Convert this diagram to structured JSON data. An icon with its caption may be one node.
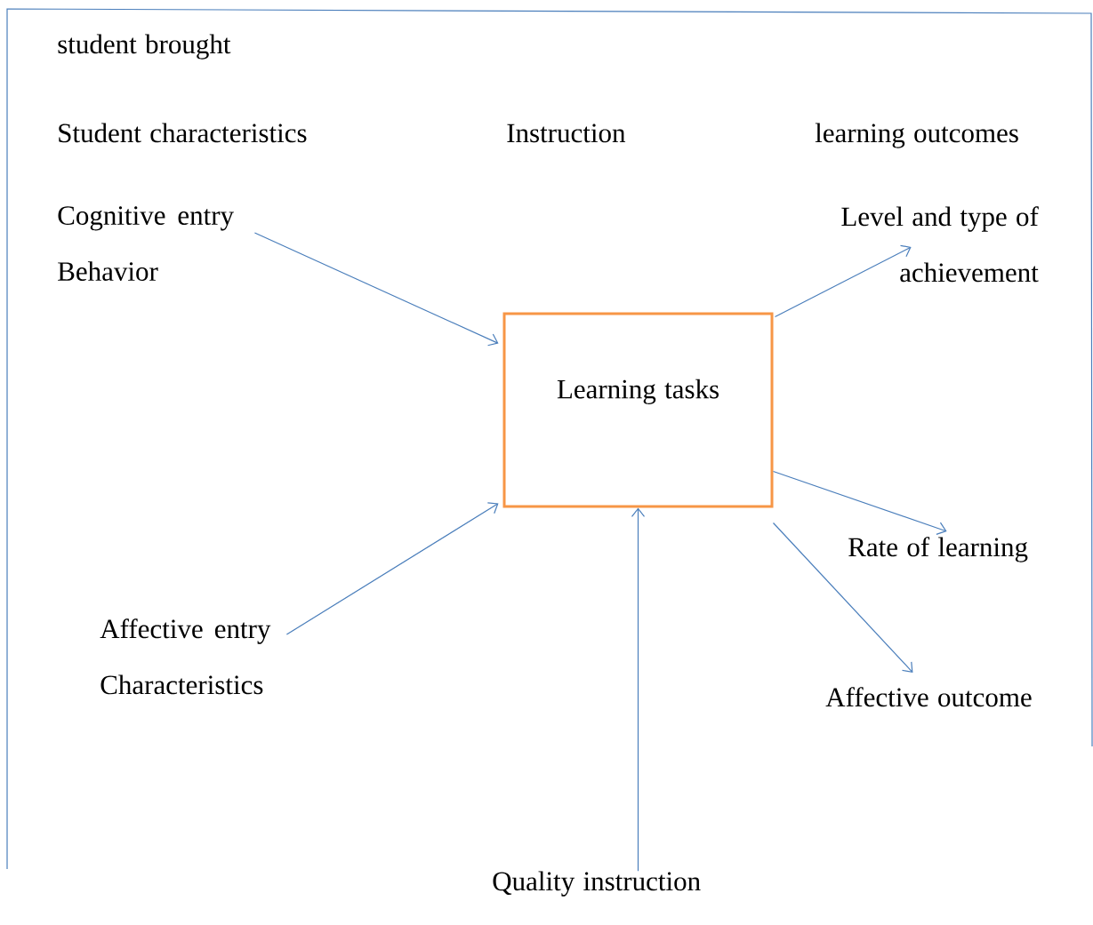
{
  "diagram": {
    "nodes": [
      {
        "text": [
          "Cognitive entry Behavior"
        ]
      },
      {
        "text": [
          "Affective entry Characteristics"
        ]
      },
      {
        "text": [
          "Learning tasks"
        ]
      },
      {
        "text": [
          "Level and type of achievement"
        ]
      },
      {
        "text": [
          "Rate of learning"
        ]
      },
      {
        "text": [
          "Affective outcome"
        ]
      },
      {
        "text": [
          "Quality instruction"
        ]
      }
    ],
    "edges": [
      {
        "from": 0,
        "to": 2,
        "arrow": "to"
      },
      {
        "from": 1,
        "to": 2,
        "arrow": "to"
      },
      {
        "from": 6,
        "to": 2,
        "arrow": "to"
      },
      {
        "from": 2,
        "to": 3,
        "arrow": "to"
      },
      {
        "from": 2,
        "to": 4,
        "arrow": "to"
      },
      {
        "from": 2,
        "to": 5,
        "arrow": "to"
      }
    ],
    "labels": [
      "student brought",
      "Student characteristics",
      "Instruction",
      "learning outcomes"
    ]
  }
}
